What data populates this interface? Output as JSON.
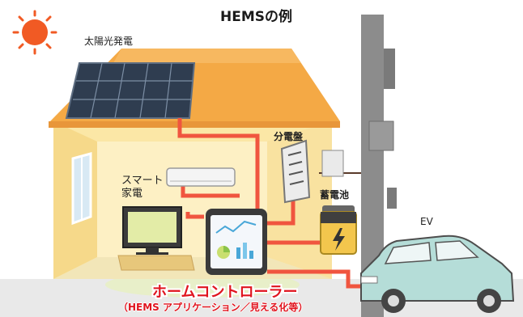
{
  "title": "HEMSの例",
  "labels": {
    "solar": "太陽光発電",
    "smart_line1": "スマート",
    "smart_line2": "家電",
    "distribution_panel": "分電盤",
    "battery": "蓄電池",
    "ev": "EV",
    "home_controller": "ホームコントローラー",
    "home_controller_sub": "（HEMS アプリケーション／見える化等）"
  },
  "colors": {
    "power_line": "#f0553f",
    "roof": "#f4a945",
    "wall": "#fbe7a6",
    "sun": "#f15a24",
    "controller_text": "#e0141e"
  }
}
